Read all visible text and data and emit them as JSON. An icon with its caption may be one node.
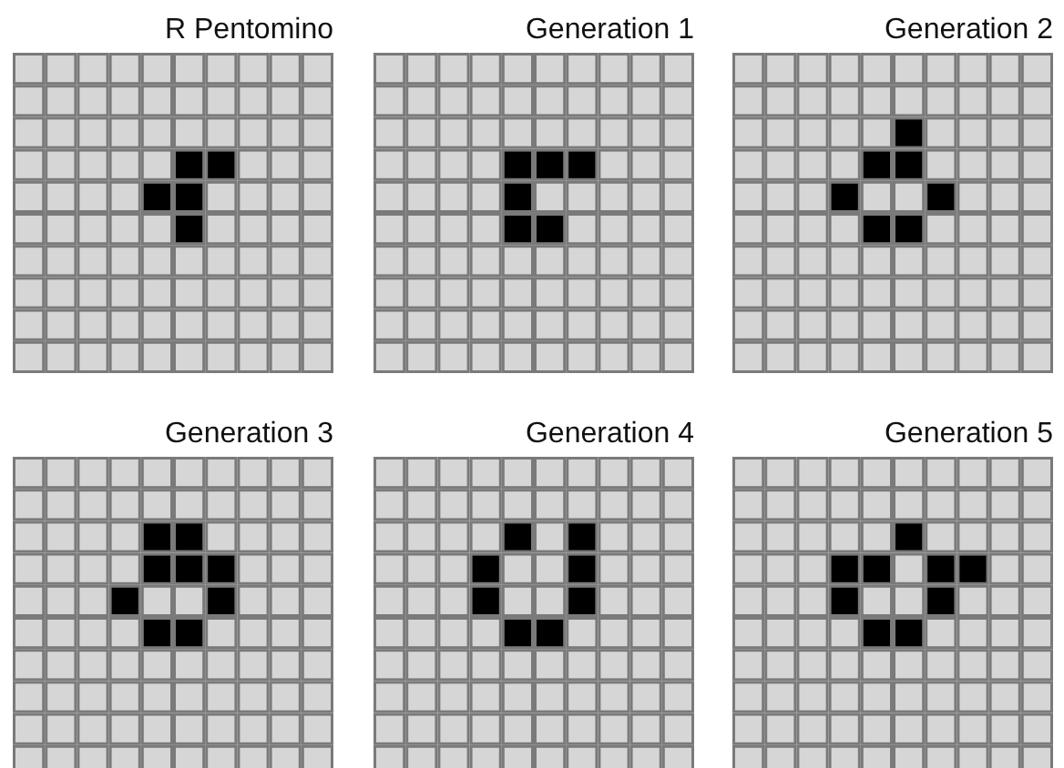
{
  "diagram": {
    "nodes": [
      {
        "text": [
          "R Pentomino"
        ]
      },
      {
        "text": [
          "Generation 1"
        ]
      },
      {
        "text": [
          "Generation 2"
        ]
      },
      {
        "text": [
          "Generation 3"
        ]
      },
      {
        "text": [
          "Generation 4"
        ]
      },
      {
        "text": [
          "Generation 5"
        ]
      }
    ]
  }
}
